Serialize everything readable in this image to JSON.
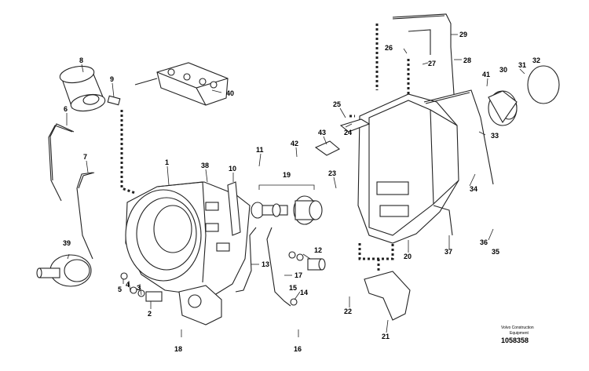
{
  "callouts": [
    {
      "id": "1",
      "text": "1"
    },
    {
      "id": "2",
      "text": "2"
    },
    {
      "id": "3",
      "text": "3"
    },
    {
      "id": "4",
      "text": "4"
    },
    {
      "id": "5",
      "text": "5"
    },
    {
      "id": "6",
      "text": "6"
    },
    {
      "id": "7",
      "text": "7"
    },
    {
      "id": "8",
      "text": "8"
    },
    {
      "id": "9",
      "text": "9"
    },
    {
      "id": "10",
      "text": "10"
    },
    {
      "id": "11",
      "text": "11"
    },
    {
      "id": "12",
      "text": "12"
    },
    {
      "id": "13",
      "text": "13"
    },
    {
      "id": "14",
      "text": "14"
    },
    {
      "id": "15",
      "text": "15"
    },
    {
      "id": "16",
      "text": "16"
    },
    {
      "id": "17",
      "text": "17"
    },
    {
      "id": "18",
      "text": "18"
    },
    {
      "id": "19",
      "text": "19"
    },
    {
      "id": "20",
      "text": "20"
    },
    {
      "id": "21",
      "text": "21"
    },
    {
      "id": "22",
      "text": "22"
    },
    {
      "id": "23",
      "text": "23"
    },
    {
      "id": "24",
      "text": "24"
    },
    {
      "id": "25",
      "text": "25"
    },
    {
      "id": "26",
      "text": "26"
    },
    {
      "id": "27",
      "text": "27"
    },
    {
      "id": "28",
      "text": "28"
    },
    {
      "id": "29",
      "text": "29"
    },
    {
      "id": "30",
      "text": "30"
    },
    {
      "id": "31",
      "text": "31"
    },
    {
      "id": "32",
      "text": "32"
    },
    {
      "id": "33",
      "text": "33"
    },
    {
      "id": "34",
      "text": "34"
    },
    {
      "id": "35",
      "text": "35"
    },
    {
      "id": "36",
      "text": "36"
    },
    {
      "id": "37",
      "text": "37"
    },
    {
      "id": "38",
      "text": "38"
    },
    {
      "id": "39",
      "text": "39"
    },
    {
      "id": "40",
      "text": "40"
    },
    {
      "id": "41",
      "text": "41"
    },
    {
      "id": "42",
      "text": "42"
    },
    {
      "id": "43",
      "text": "43"
    }
  ],
  "footer": {
    "line1": "Volvo Construction",
    "line2": "Equipment",
    "code": "1058358"
  }
}
